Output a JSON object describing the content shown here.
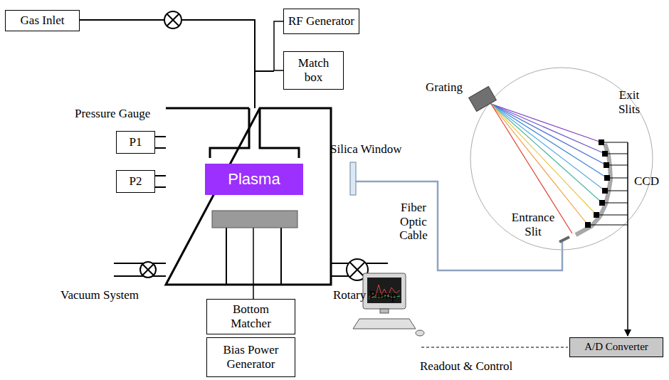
{
  "diagram": {
    "nodes": [
      {
        "text": [
          "Gas Inlet"
        ]
      },
      {
        "text": [
          "RF Generator"
        ]
      },
      {
        "text": [
          "Match box"
        ]
      },
      {
        "text": [
          "P1"
        ]
      },
      {
        "text": [
          "P2"
        ]
      },
      {
        "text": [
          "Plasma"
        ]
      },
      {
        "text": [
          "Bottom Matcher"
        ]
      },
      {
        "text": [
          "Bias Power Generator"
        ]
      },
      {
        "text": [
          "A/D Converter"
        ]
      }
    ],
    "edges": [
      {
        "from": 1,
        "to": 2,
        "arrow": "none"
      }
    ],
    "labels": [
      "Pressure Gauge",
      "Silica Window",
      "Fiber Optic Cable",
      "Vacuum System",
      "Rotary Pump",
      "Grating",
      "Exit Slits",
      "Entrance Slit",
      "CCD",
      "Readout & Control"
    ]
  }
}
